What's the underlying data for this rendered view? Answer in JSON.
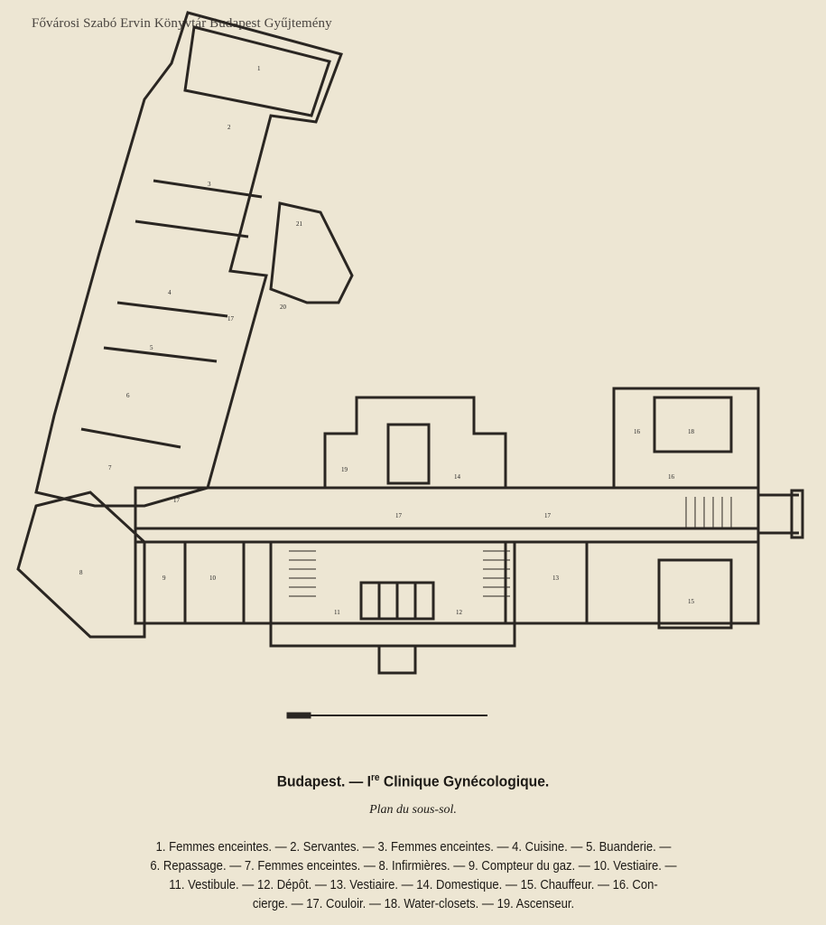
{
  "watermark": "Fővárosi Szabó Ervin Könyvtár Budapest Gyűjtemény",
  "caption": {
    "title_before": "Budapest. — I",
    "title_sup": "re",
    "title_after": " Clinique Gynécologique.",
    "subtitle": "Plan du sous-sol."
  },
  "legend": [
    "1. Femmes enceintes. — 2. Servantes. — 3. Femmes enceintes. — 4. Cuisine. — 5. Buanderie. —",
    "6. Repassage. — 7. Femmes enceintes. — 8. Infirmières. — 9. Compteur du gaz. — 10. Vestiaire. —",
    "11. Vestibule. — 12. Dépôt. — 13. Vestiaire. — 14. Domestique. — 15. Chauffeur. — 16. Con-",
    "cierge. — 17. Couloir. — 18. Water-closets. — 19. Ascenseur."
  ],
  "room_numbers": [
    "1",
    "2",
    "3",
    "4",
    "5",
    "6",
    "7",
    "8",
    "9",
    "10",
    "11",
    "12",
    "13",
    "14",
    "15",
    "16",
    "17",
    "18",
    "19",
    "20",
    "21",
    "17",
    "17",
    "17",
    "16"
  ]
}
